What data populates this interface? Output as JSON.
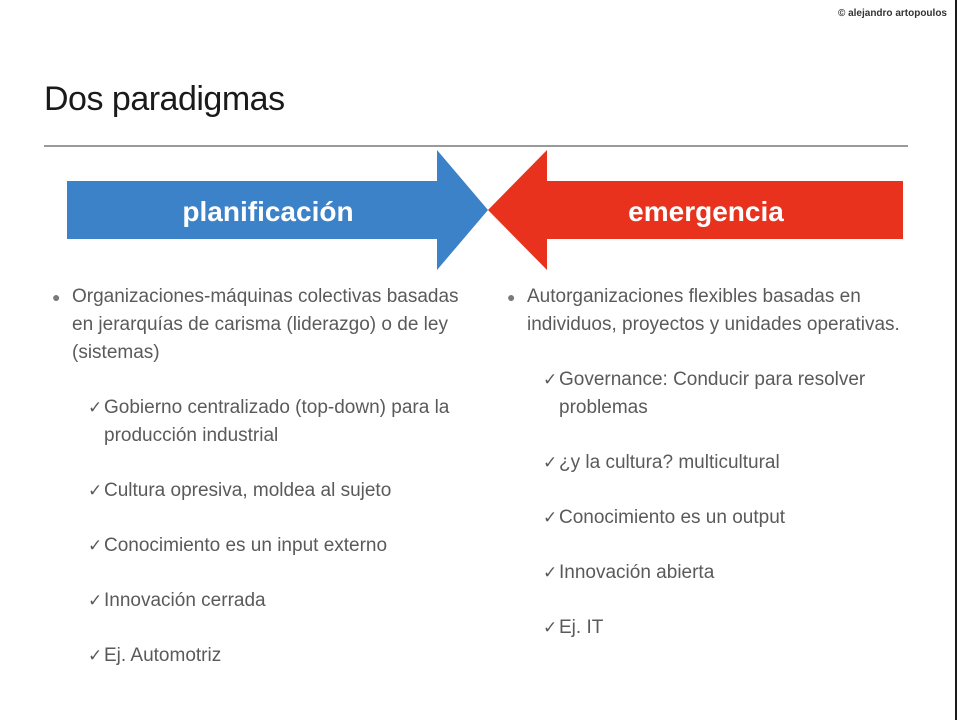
{
  "copyright": "© alejandro artopoulos",
  "title": "Dos paradigmas",
  "colors": {
    "blue_arrow": "#3c82c8",
    "red_arrow": "#e8321e",
    "text": "#5a5a5a"
  },
  "left": {
    "arrow_label": "planificación",
    "bullet": "Organizaciones-máquinas colectivas basadas en jerarquías de carisma (liderazgo) o de ley (sistemas)",
    "items": [
      "Gobierno centralizado (top-down) para la producción industrial",
      "Cultura opresiva, moldea al sujeto",
      "Conocimiento es un input externo",
      "Innovación cerrada",
      "Ej. Automotriz"
    ]
  },
  "right": {
    "arrow_label": "emergencia",
    "bullet": "Autorganizaciones flexibles basadas en individuos, proyectos y unidades operativas.",
    "items": [
      "Governance: Conducir para resolver problemas",
      "¿y la cultura? multicultural",
      "Conocimiento es un output",
      "Innovación abierta",
      "Ej. IT"
    ]
  }
}
